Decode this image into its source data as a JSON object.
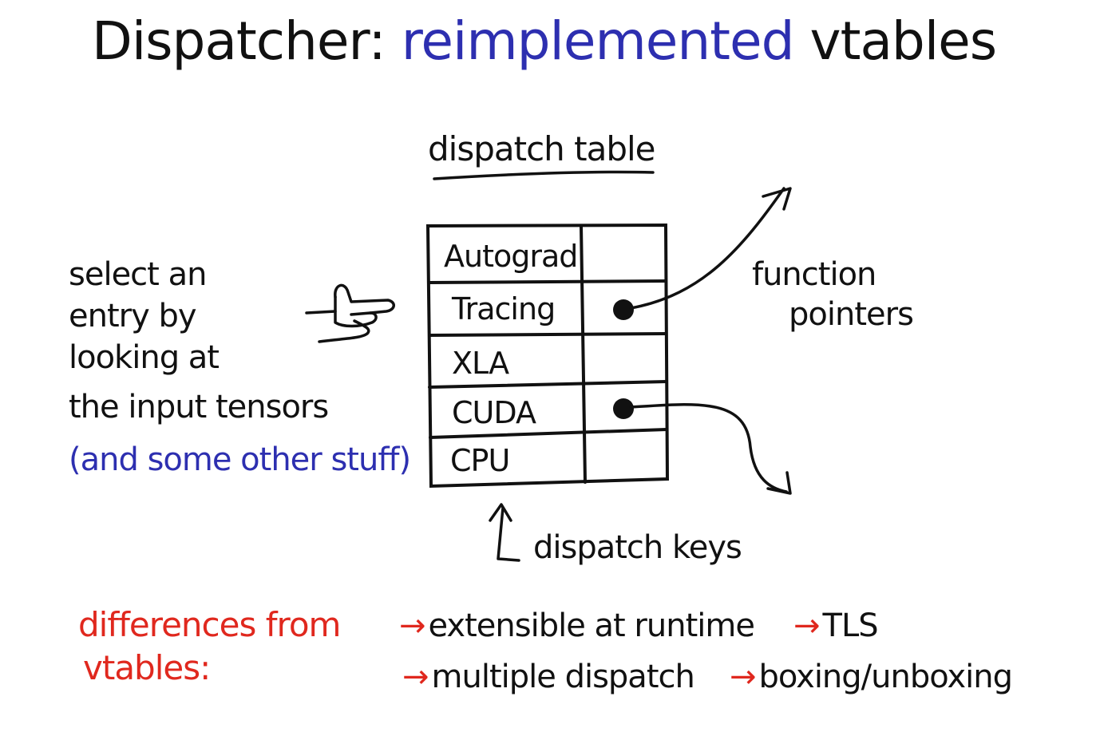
{
  "title": {
    "main": "Dispatcher:",
    "accent": "reimplemented",
    "rest": "vtables"
  },
  "table": {
    "title": "dispatch table",
    "rows": [
      {
        "label": "Autograd",
        "has_pointer": false
      },
      {
        "label": "Tracing",
        "has_pointer": true
      },
      {
        "label": "XLA",
        "has_pointer": false
      },
      {
        "label": "CUDA",
        "has_pointer": true
      },
      {
        "label": "CPU",
        "has_pointer": false
      }
    ]
  },
  "left_note": {
    "lines": [
      "select an",
      "entry by",
      "looking at",
      "the input tensors"
    ],
    "aside": "(and some other stuff)"
  },
  "pointer_label": [
    "function",
    "pointers"
  ],
  "keys_label": "dispatch keys",
  "differences": {
    "heading": [
      "differences from",
      "vtables:"
    ],
    "items": [
      "extensible at runtime",
      "TLS",
      "multiple dispatch",
      "boxing/unboxing"
    ],
    "arrow_glyph": "→"
  },
  "colors": {
    "ink": "#111111",
    "accent_blue": "#2d2fb0",
    "accent_red": "#e0281e"
  },
  "icons": {
    "pointing_hand": "pointing-hand-icon"
  }
}
